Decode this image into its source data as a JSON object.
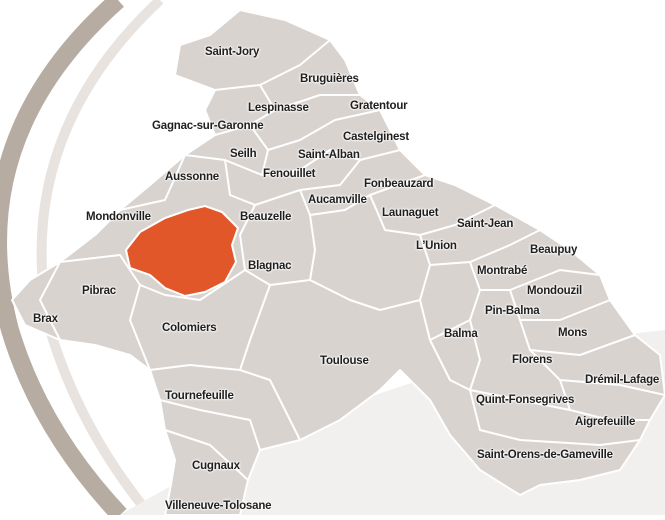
{
  "map": {
    "highlight_color": "#e2572a",
    "region_color": "#d9d3cf",
    "border_color": "#ffffff",
    "arc_color": "#b7aca2",
    "highlighted_municipality": "Mondonville",
    "municipalities": [
      "Saint-Jory",
      "Bruguières",
      "Lespinasse",
      "Gratentour",
      "Gagnac-sur-Garonne",
      "Castelginest",
      "Seilh",
      "Saint-Alban",
      "Aussonne",
      "Fenouillet",
      "Fonbeauzard",
      "Aucamville",
      "Mondonville",
      "Beauzelle",
      "Launaguet",
      "Saint-Jean",
      "L’Union",
      "Beaupuy",
      "Blagnac",
      "Montrabé",
      "Pibrac",
      "Mondouzil",
      "Pin-Balma",
      "Brax",
      "Colomiers",
      "Mons",
      "Balma",
      "Toulouse",
      "Florens",
      "Drémil-Lafage",
      "Tournefeuille",
      "Quint-Fonsegrives",
      "Aigrefeuille",
      "Saint-Orens-de-Gameville",
      "Cugnaux",
      "Villeneuve-Tolosane"
    ]
  }
}
